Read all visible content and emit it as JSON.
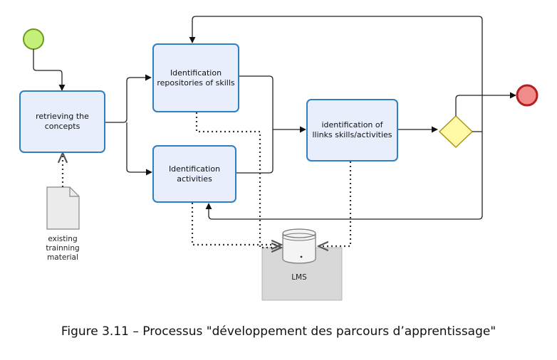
{
  "tasks": {
    "retrieve": "retrieving the concepts",
    "repositories": "Identification repositories of skills",
    "activities": "Identification activities",
    "links": "identification of llinks skills/activities"
  },
  "artifacts": {
    "document": "existing trainning material",
    "lms": "LMS"
  },
  "caption": "Figure 3.11 – Processus \"développement des parcours d’apprentissage\"",
  "colors": {
    "task_fill": "#e8eefb",
    "task_border": "#2f7fc1",
    "start_event": "#c5f07a",
    "end_event": "#f28b8b",
    "gateway": "#fff9a8"
  }
}
